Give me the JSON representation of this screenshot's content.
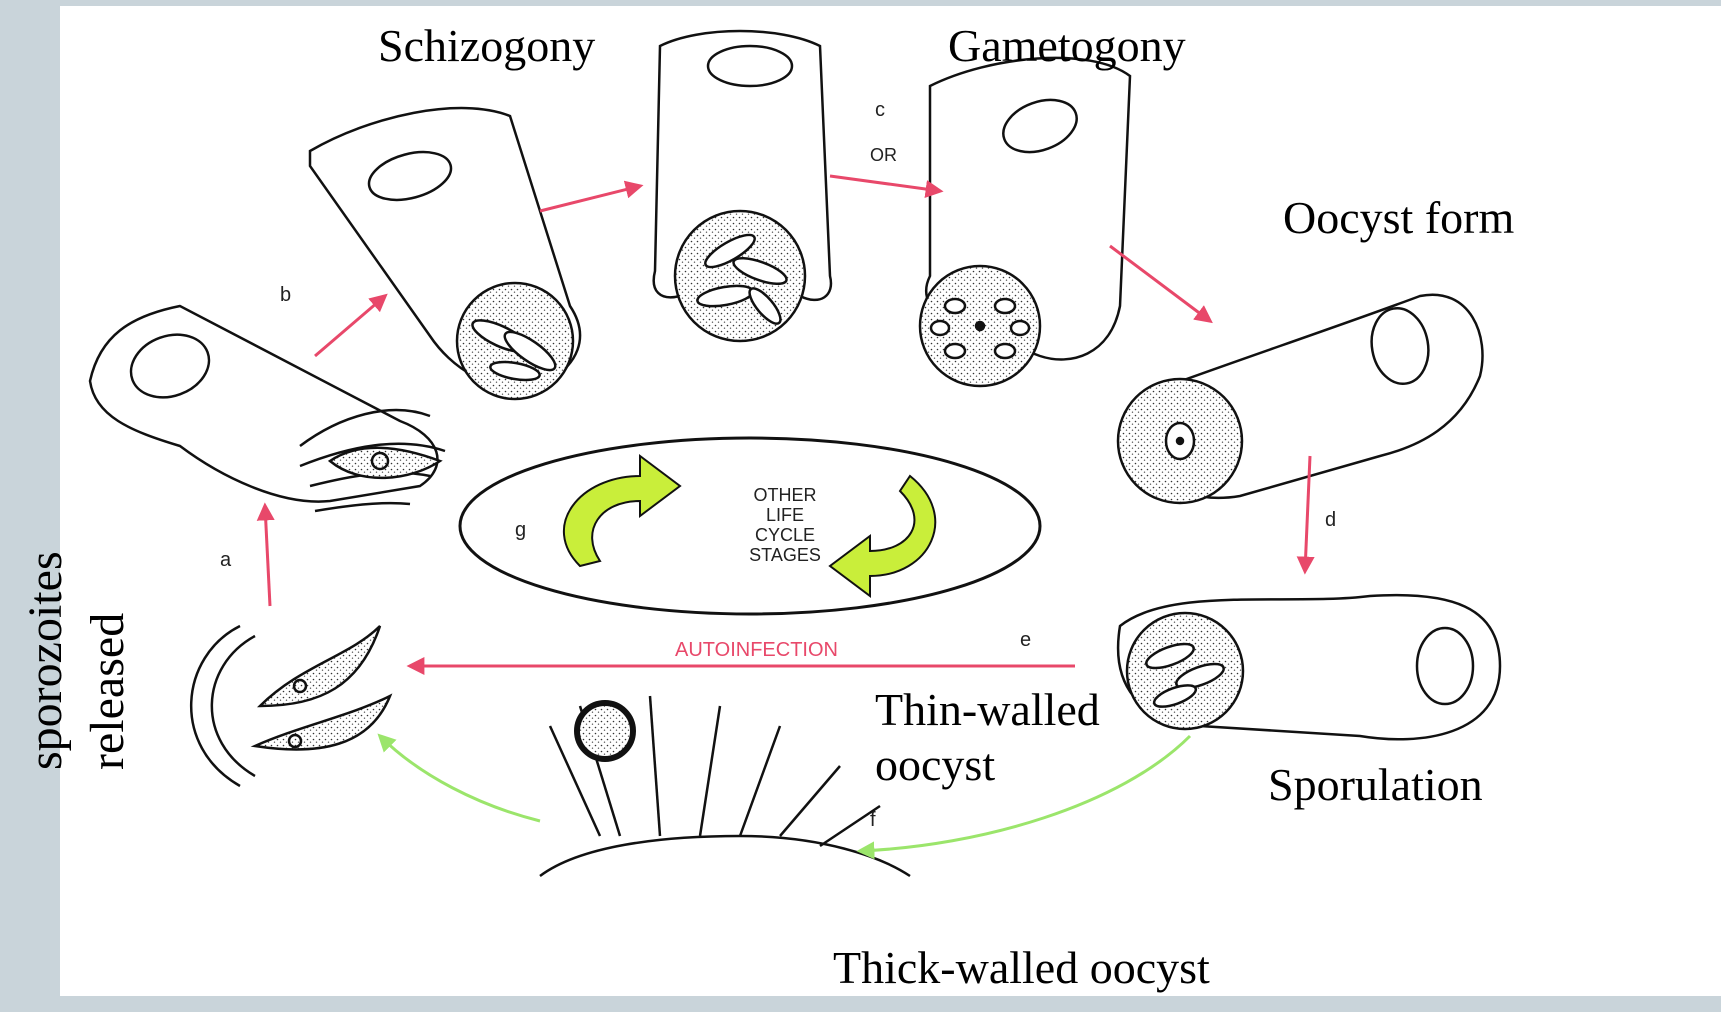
{
  "labels": {
    "schizogony": "Schizogony",
    "gametogony": "Gametogony",
    "oocyst_form": "Oocyst form",
    "sporulation": "Sporulation",
    "thin_walled": [
      "Thin-walled",
      "oocyst"
    ],
    "thick_walled": "Thick-walled oocyst",
    "sporozoites": [
      "sporozoites",
      "released"
    ]
  },
  "diagram": {
    "letters": [
      "a",
      "b",
      "c",
      "d",
      "e",
      "f",
      "g"
    ],
    "or_text": "OR",
    "autoinfection": "AUTOINFECTION",
    "center_text": [
      "OTHER",
      "LIFE",
      "CYCLE",
      "STAGES"
    ]
  },
  "colors": {
    "red_arrow": "#e8486a",
    "green_arrow": "#9be56b",
    "cycle_arrow": "#c9ee3a",
    "background_band": "#c9d4da"
  }
}
